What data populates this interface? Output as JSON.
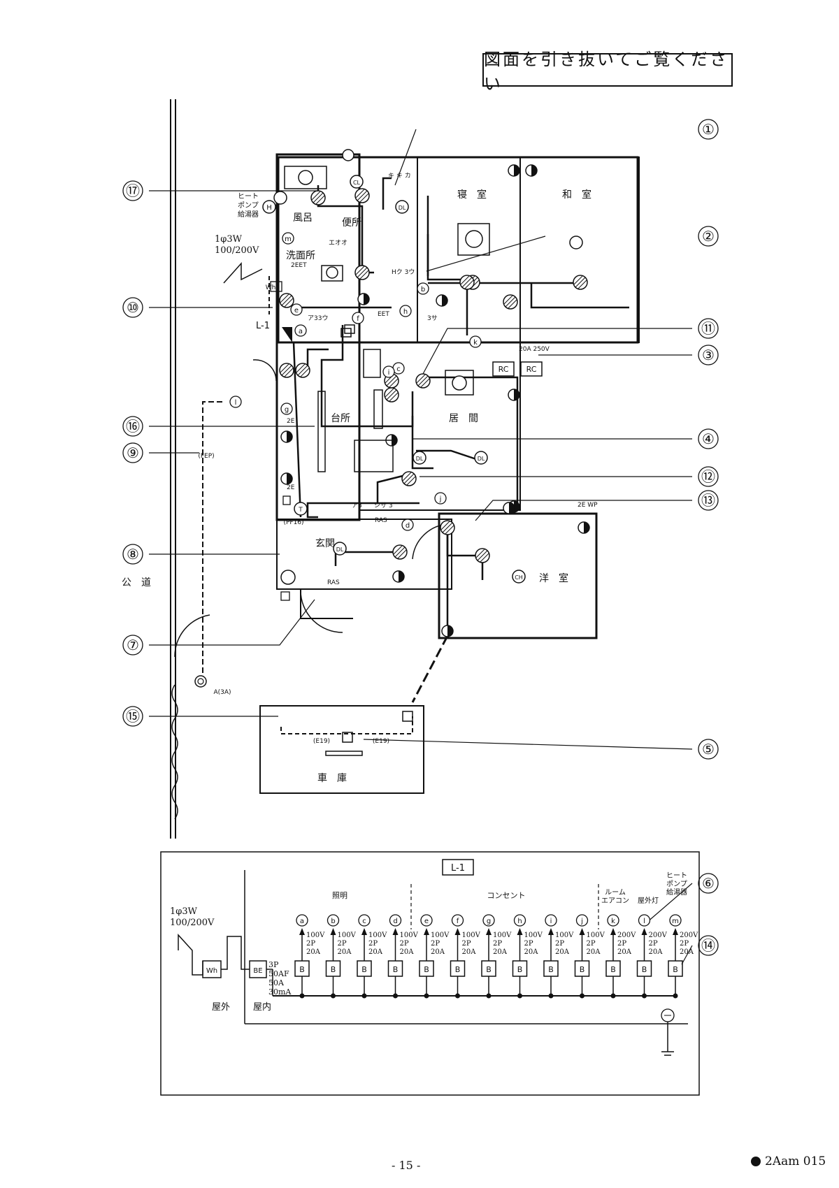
{
  "header": {
    "instruction": "図面を引き抜いてご覧ください"
  },
  "callouts": [
    "①",
    "②",
    "③",
    "④",
    "⑤",
    "⑥",
    "⑦",
    "⑧",
    "⑨",
    "⑩",
    "⑪",
    "⑫",
    "⑬",
    "⑭",
    "⑮",
    "⑯",
    "⑰"
  ],
  "rooms": {
    "bedroom": "寝　室",
    "japanese_room": "和　室",
    "bath": "風呂",
    "toilet": "便所",
    "washroom": "洗面所",
    "kitchen": "台所",
    "living": "居　間",
    "entrance": "玄関",
    "western_room": "洋　室",
    "garage": "車　庫",
    "road": "公　道"
  },
  "supply": {
    "phase": "1φ3W",
    "voltage": "100/200V"
  },
  "labels": {
    "heat_pump": [
      "ヒート",
      "ポンプ",
      "給湯器"
    ],
    "panel_name": "L-1",
    "wh": "Wh",
    "be": "BE",
    "fep": "(FEP)",
    "pf16": "(PF16)",
    "e19_left": "(E19)",
    "e19_right": "(E19)",
    "a3a": "A(3A)",
    "rc": "RC",
    "outlet_20a": "20A 250V",
    "ras": "RAS",
    "two_eet": "2EET",
    "eet": "EET",
    "two_e": "2E",
    "two_e_wp": "2E WP",
    "three_sa": "3サ",
    "hku_3u": "Hク 3ウ",
    "a33u": "ア33ウ",
    "eoo": "エオオ",
    "kiki_ka": "キ キ カ",
    "a3": "ア3",
    "shisa_3": "シサ 3"
  },
  "schedule": {
    "title": "L-1",
    "group_lighting": "照明",
    "group_outlet": "コンセント",
    "group_aircon": [
      "ルーム",
      "エアコン"
    ],
    "group_outdoor_light": "屋外灯",
    "group_heatpump": [
      "ヒート",
      "ポンプ",
      "給湯器"
    ],
    "main_breaker": [
      "3P",
      "50AF",
      "50A",
      "30mA"
    ],
    "outdoor": "屋外",
    "indoor": "屋内",
    "wh": "Wh",
    "be": "BE",
    "breaker_label": "B",
    "circuits": [
      {
        "id": "a",
        "spec": [
          "100V",
          "2P",
          "20A"
        ]
      },
      {
        "id": "b",
        "spec": [
          "100V",
          "2P",
          "20A"
        ]
      },
      {
        "id": "c",
        "spec": [
          "100V",
          "2P",
          "20A"
        ]
      },
      {
        "id": "d",
        "spec": [
          "100V",
          "2P",
          "20A"
        ]
      },
      {
        "id": "e",
        "spec": [
          "100V",
          "2P",
          "20A"
        ]
      },
      {
        "id": "f",
        "spec": [
          "100V",
          "2P",
          "20A"
        ]
      },
      {
        "id": "g",
        "spec": [
          "100V",
          "2P",
          "20A"
        ]
      },
      {
        "id": "h",
        "spec": [
          "100V",
          "2P",
          "20A"
        ]
      },
      {
        "id": "i",
        "spec": [
          "100V",
          "2P",
          "20A"
        ]
      },
      {
        "id": "j",
        "spec": [
          "100V",
          "2P",
          "20A"
        ]
      },
      {
        "id": "k",
        "spec": [
          "200V",
          "2P",
          "20A"
        ]
      },
      {
        "id": "l",
        "spec": [
          "200V",
          "2P",
          "20A"
        ]
      },
      {
        "id": "m",
        "spec": [
          "200V",
          "2P",
          "20A"
        ]
      }
    ]
  },
  "footer": {
    "page": "- 15 -",
    "code": "2Aam 015"
  }
}
